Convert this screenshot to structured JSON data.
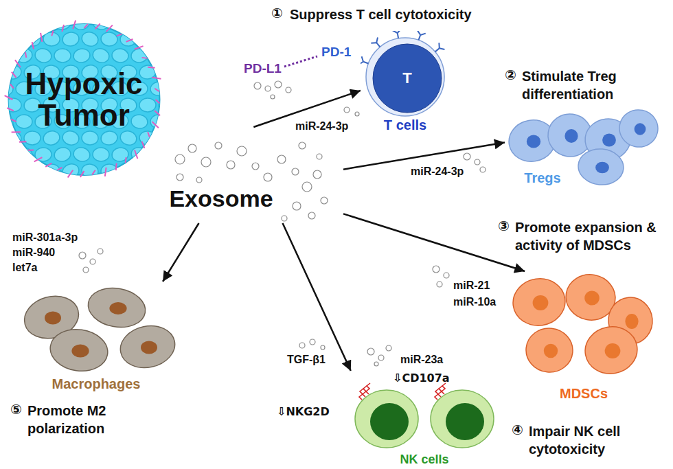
{
  "diagram": {
    "nodes": [
      {
        "text": [
          "Hypoxic Tumor"
        ]
      },
      {
        "text": [
          "Exosome"
        ]
      },
      {
        "text": [
          "T",
          "T cells"
        ]
      },
      {
        "text": [
          "Tregs"
        ]
      },
      {
        "text": [
          "MDSCs"
        ]
      },
      {
        "text": [
          "NK cells"
        ]
      },
      {
        "text": [
          "Macrophages"
        ]
      }
    ],
    "edges": [
      {
        "from": 1,
        "to": 2,
        "arrow": "to"
      },
      {
        "from": 1,
        "to": 3,
        "arrow": "to"
      },
      {
        "from": 1,
        "to": 4,
        "arrow": "to"
      },
      {
        "from": 1,
        "to": 5,
        "arrow": "to"
      },
      {
        "from": 1,
        "to": 6,
        "arrow": "to"
      }
    ],
    "labels": [
      "①",
      "Suppress T cell cytotoxicity",
      "PD-L1",
      "PD-1",
      "miR-24-3p",
      "②",
      "Stimulate Treg differentiation",
      "miR-24-3p",
      "③",
      "Promote expansion & activity of MDSCs",
      "miR-21",
      "miR-10a",
      "miR-301a-3p",
      "miR-940",
      "let7a",
      "TGF-β1",
      "miR-23a",
      "⇩NKG2D",
      "⇩CD107a",
      "④",
      "Impair NK cell cytotoxicity",
      "⑤",
      "Promote M2 polarization"
    ]
  }
}
